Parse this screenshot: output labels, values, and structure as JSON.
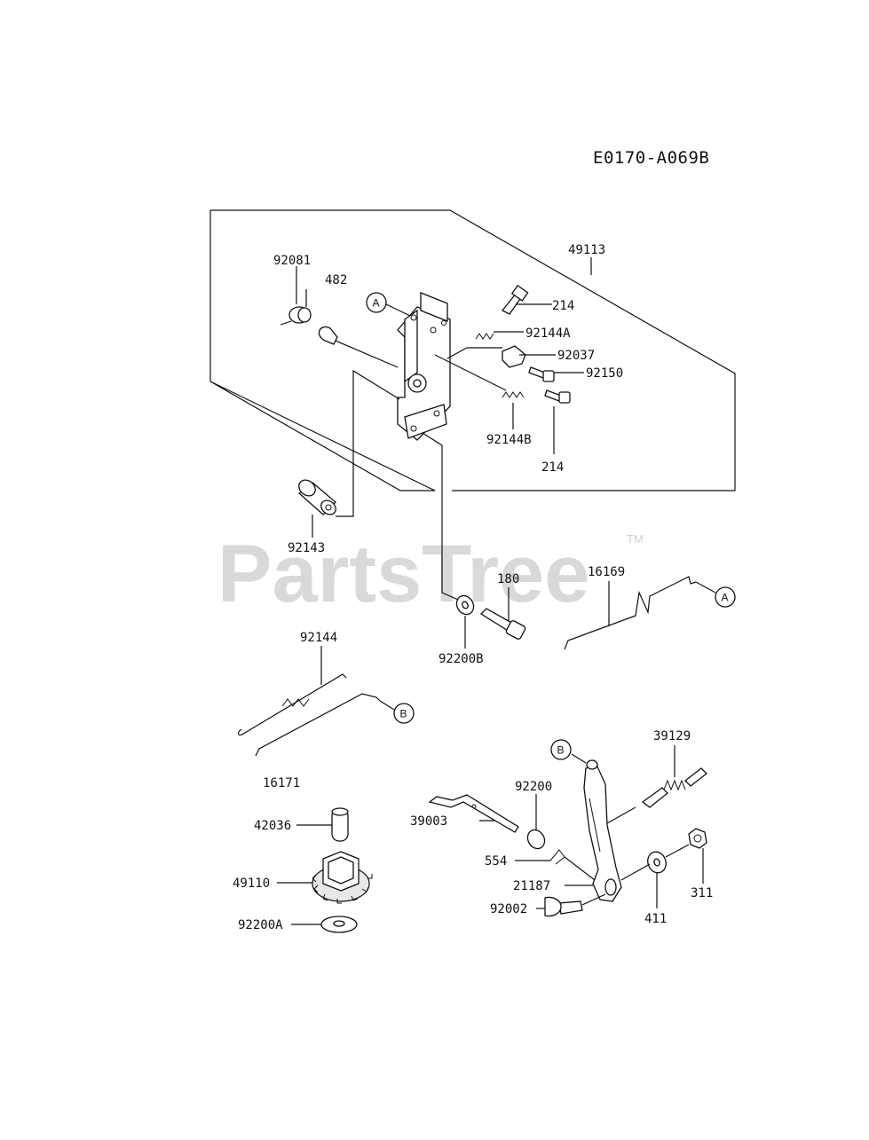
{
  "diagram_code": "E0170-A069B",
  "watermark": {
    "text": "PartsTree",
    "trademark": "TM"
  },
  "reference_markers": {
    "a": "A",
    "b": "B"
  },
  "part_labels": {
    "p49113": "49113",
    "p92081": "92081",
    "p482": "482",
    "p214_top": "214",
    "p92144A": "92144A",
    "p92037": "92037",
    "p92150": "92150",
    "p92144B": "92144B",
    "p214_bottom": "214",
    "p92143": "92143",
    "p180": "180",
    "p92200B": "92200B",
    "p16169": "16169",
    "p92144": "92144",
    "p16171": "16171",
    "p39129": "39129",
    "p92200": "92200",
    "p39003": "39003",
    "p42036": "42036",
    "p554": "554",
    "p21187": "21187",
    "p49110": "49110",
    "p92002": "92002",
    "p311": "311",
    "p411": "411",
    "p92200A": "92200A"
  }
}
